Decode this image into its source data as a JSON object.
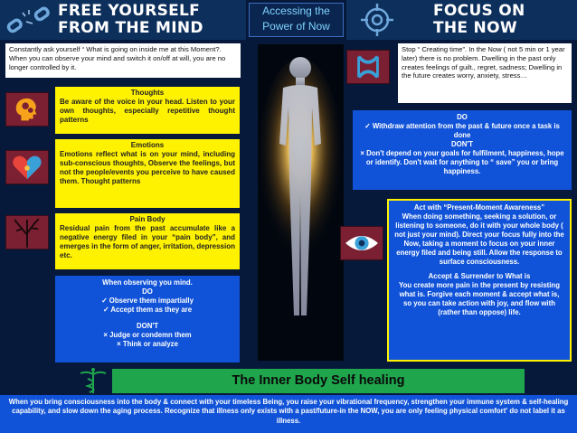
{
  "header_left": {
    "line1": "FREE YOURSELF",
    "line2": "FROM THE MIND"
  },
  "header_center": {
    "line1": "Accessing the",
    "line2": "Power of Now"
  },
  "header_right": {
    "line1": "FOCUS ON",
    "line2": "THE NOW"
  },
  "left_intro": "Constantly ask yourself “ What is going on inside me at this Moment?. When you can observe your mind and switch it on/off at will, you are no longer controlled by it.",
  "thoughts": {
    "title": "Thoughts",
    "body": "Be aware of the voice in your head. Listen to your own thoughts, especially repetitive thought patterns"
  },
  "emotions": {
    "title": "Emotions",
    "body": "Emotions reflect what is on your mind, including sub-conscious thoughts, Observe the feelings, but not the people/events you perceive to have caused them. Thought patterns"
  },
  "pain_body": {
    "title": "Pain Body",
    "body": "Residual pain from the past accumulate like a negative energy filed in your “pain body”, and emerges in the form of anger, irritation, depression etc."
  },
  "observe": {
    "intro": "When observing you mind.",
    "do_title": "DO",
    "do_items": [
      "✓ Observe them impartially",
      "✓ Accept them as they are"
    ],
    "dont_title": "DON'T",
    "dont_items": [
      "× Judge or condemn them",
      "× Think or analyze"
    ]
  },
  "right_intro": "Stop “ Creating time”. In the Now ( not 5 min or 1 year later) there is no problem. Dwelling in the past only creates feelings of guilt., regret, sadness; Dwelling in the future creates worry, anxiety, stress…",
  "right_do": {
    "do_title": "DO",
    "do_item": "✓ Withdraw attention from the past & future once a task is done",
    "dont_title": "DON'T",
    "dont_item": "× Don't depend on your goals for fulfilment, happiness, hope or identify. Don't wait for anything to “ save” you or bring happiness."
  },
  "act": {
    "title": "Act with “Present-Moment Awareness”",
    "body": "When doing something, seeking a solution, or listening to someone, do it with your whole body ( not just your mind). Direct your focus fully into the Now, taking a moment to focus on your inner energy filed and being still. Allow the response to surface consciousness.",
    "title2": "Accept & Surrender to What is",
    "body2": "You create more pain in the present by resisting what is. Forgive each moment & accept what is, so you can take action with joy, and flow with (rather than oppose) life."
  },
  "banner": "The Inner Body Self healing",
  "bottom": "When you bring consciousness into the body & connect with your timeless Being, you raise your vibrational frequency, strengthen your immune system & self-healing capability, and slow down the aging process. Recognize that illness only exists with a past/future-in the NOW, you are only feeling physical comfort' do not label it as illness.",
  "colors": {
    "yellow": "#fff200",
    "blue": "#1153d8",
    "navy": "#07193a",
    "green": "#1fa64d",
    "maroon": "#7b1f32"
  }
}
